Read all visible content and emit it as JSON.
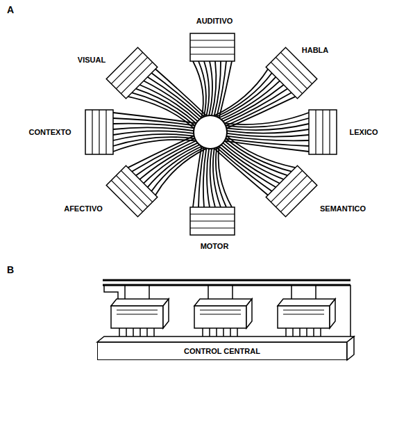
{
  "diagram": {
    "nodes": [
      {
        "text": [
          "AUDITIVO"
        ]
      },
      {
        "text": [
          "VISUAL"
        ]
      },
      {
        "text": [
          "HABLA"
        ]
      },
      {
        "text": [
          "CONTEXTO"
        ]
      },
      {
        "text": [
          "LEXICO"
        ]
      },
      {
        "text": [
          "AFECTIVO"
        ]
      },
      {
        "text": [
          "SEMANTICO"
        ]
      },
      {
        "text": [
          "MOTOR"
        ]
      },
      {
        "text": [
          "CONTROL CENTRAL"
        ]
      }
    ],
    "labels": [
      "A",
      "B"
    ]
  }
}
